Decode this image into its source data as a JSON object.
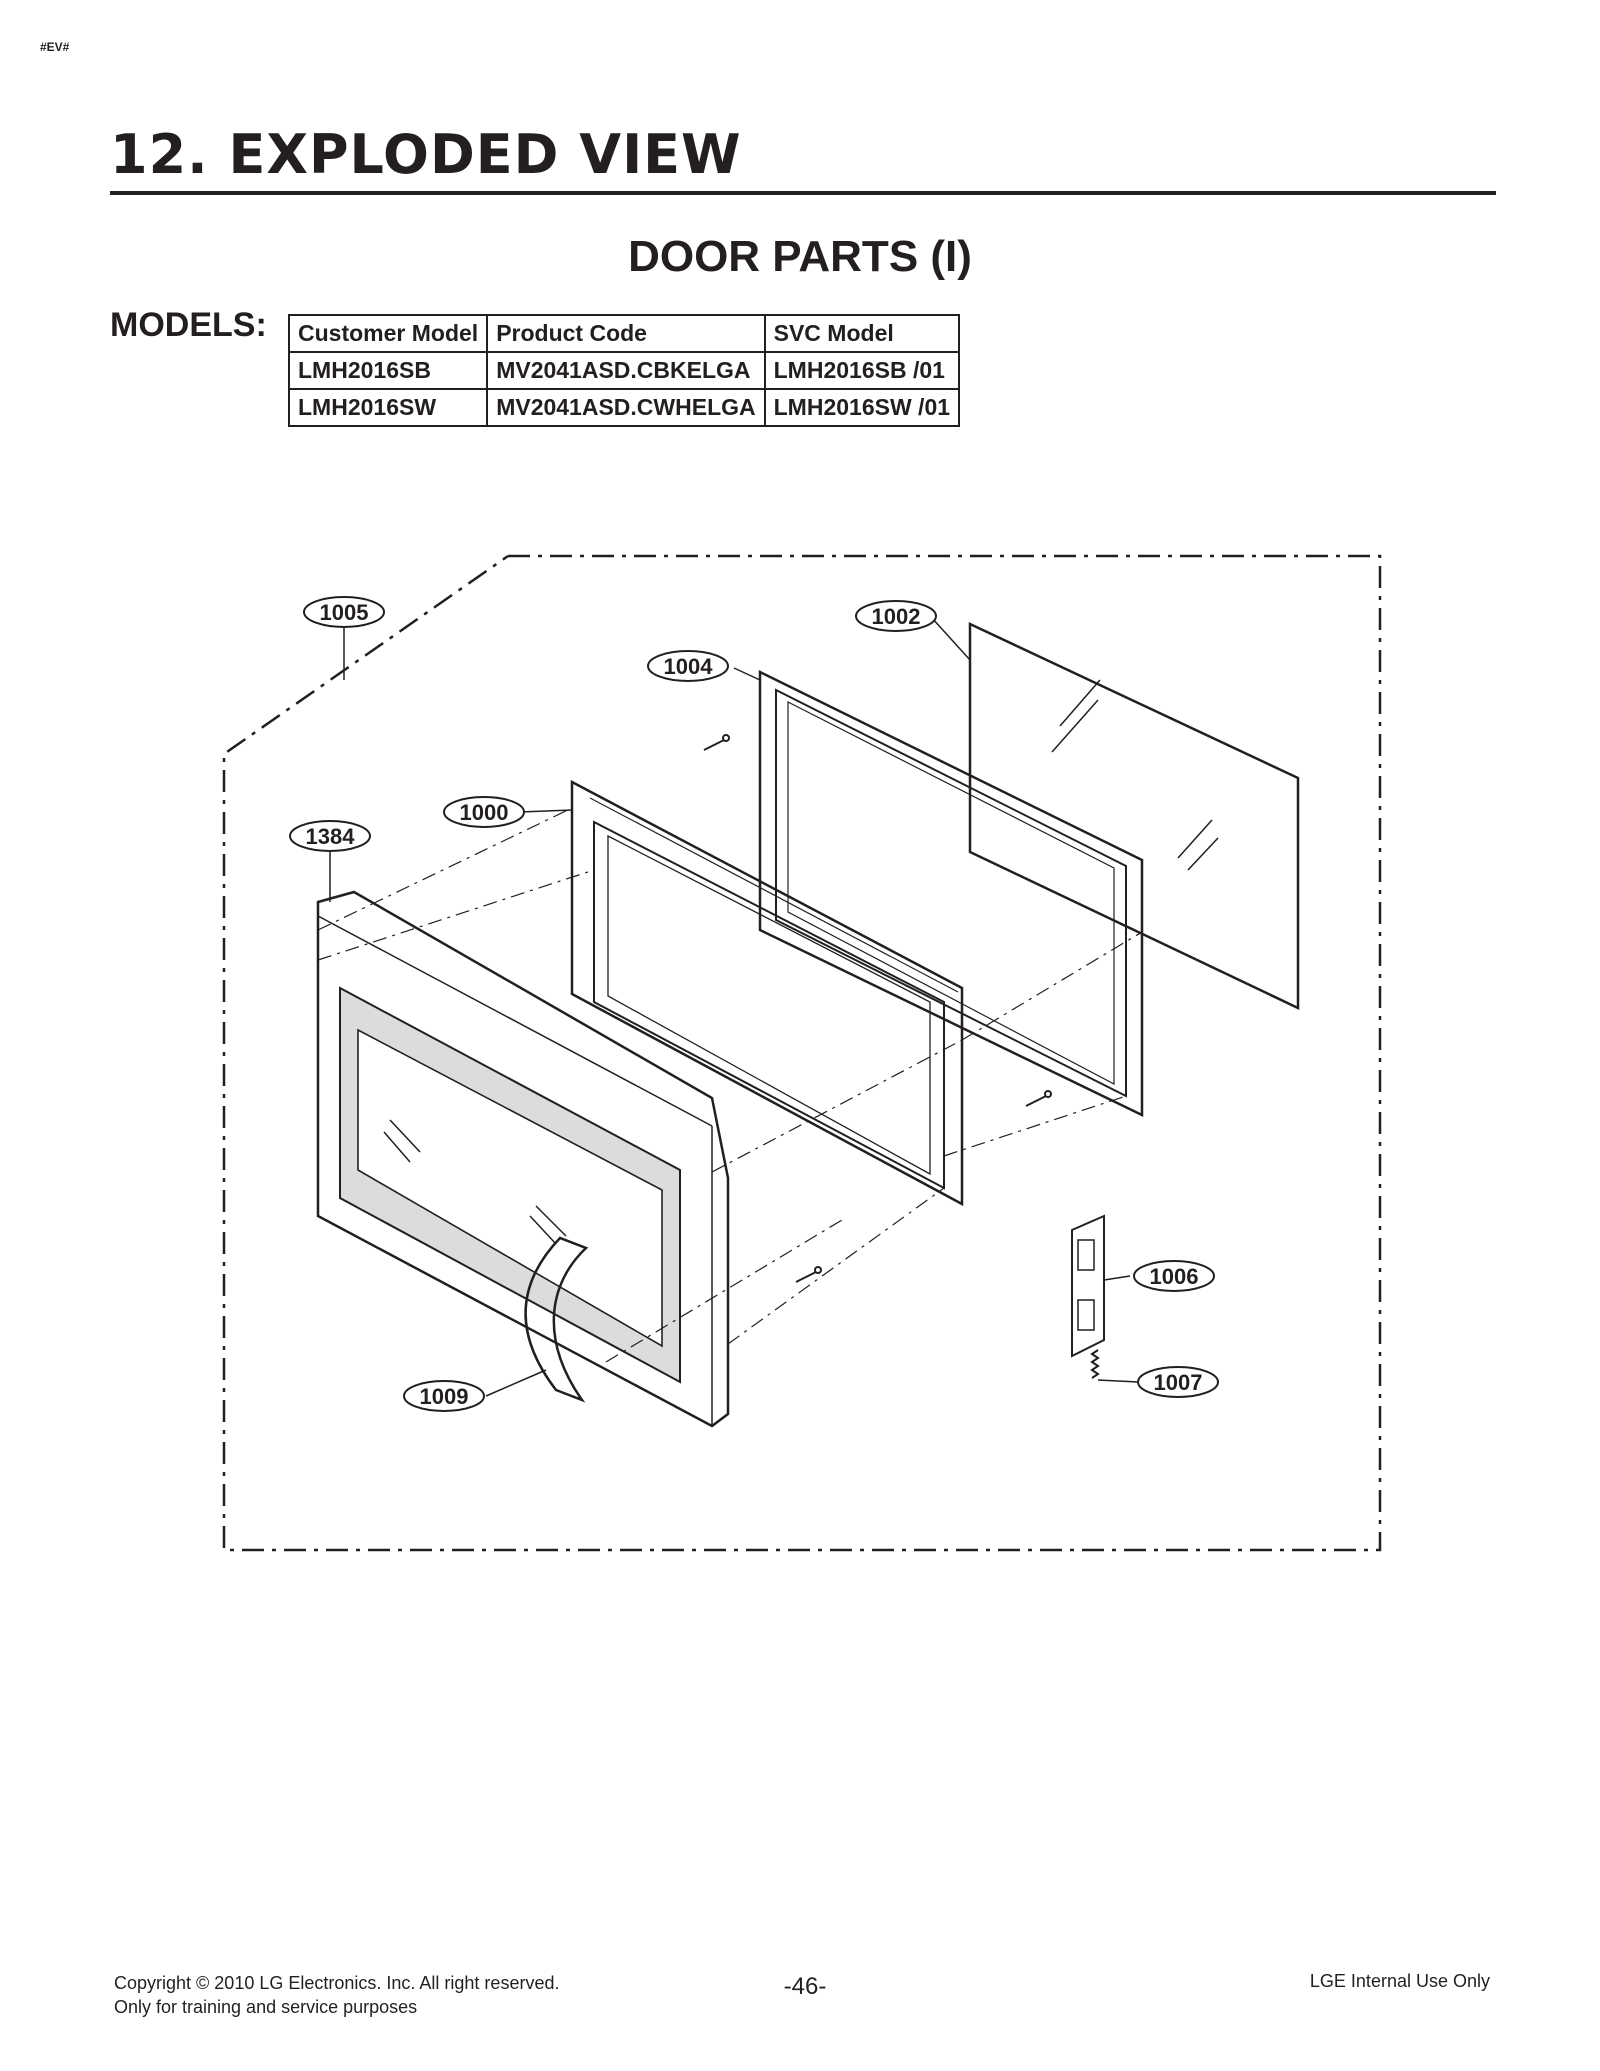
{
  "header": {
    "tag": "#EV#",
    "section_title": "12. EXPLODED VIEW",
    "subtitle": "DOOR PARTS (I)"
  },
  "models": {
    "label": "MODELS:",
    "columns": [
      "Customer Model",
      "Product Code",
      "SVC Model"
    ],
    "rows": [
      [
        "LMH2016SB",
        "MV2041ASD.CBKELGA",
        "LMH2016SB /01"
      ],
      [
        "LMH2016SW",
        "MV2041ASD.CWHELGA",
        "LMH2016SW /01"
      ]
    ]
  },
  "diagram": {
    "callouts": [
      "1005",
      "1002",
      "1004",
      "1000",
      "1384",
      "1006",
      "1007",
      "1009"
    ]
  },
  "footer": {
    "copyright": "Copyright © 2010 LG Electronics. Inc. All right reserved.",
    "purpose": "Only for training and service purposes",
    "page_number": "-46-",
    "internal": "LGE Internal Use Only"
  }
}
